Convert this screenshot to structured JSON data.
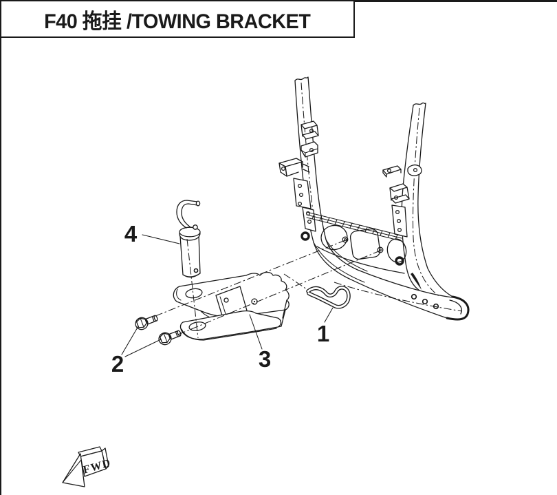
{
  "header": {
    "title": "F40 拖挂 /TOWING BRACKET"
  },
  "callouts": [
    {
      "number": "1"
    },
    {
      "number": "2"
    },
    {
      "number": "3"
    },
    {
      "number": "4"
    }
  ],
  "fwd": {
    "label": "FWD"
  },
  "colors": {
    "ink": "#1a1a1a",
    "background": "#ffffff"
  }
}
